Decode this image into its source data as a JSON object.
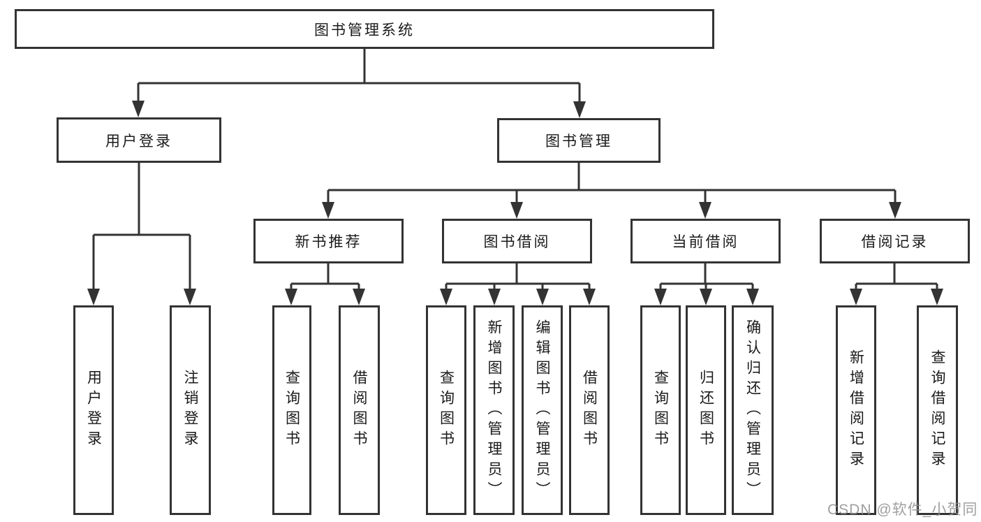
{
  "colors": {
    "line": "#333333",
    "text": "#1a1a1a",
    "box-bg": "#ffffff",
    "page-bg": "#ffffff",
    "watermark": "#8f8f8f"
  },
  "diagram": {
    "title": "图书管理系统",
    "branches": [
      {
        "label": "用户登录",
        "leaves": [
          "用户登录",
          "注销登录"
        ]
      },
      {
        "label": "图书管理",
        "children": [
          {
            "label": "新书推荐",
            "leaves": [
              "查询图书",
              "借阅图书"
            ]
          },
          {
            "label": "图书借阅",
            "leaves": [
              "查询图书",
              "新增图书（管理员）",
              "编辑图书（管理员）",
              "借阅图书"
            ]
          },
          {
            "label": "当前借阅",
            "leaves": [
              "查询图书",
              "归还图书",
              "确认归还（管理员）"
            ]
          },
          {
            "label": "借阅记录",
            "leaves": [
              "新增借阅记录",
              "查询借阅记录"
            ]
          }
        ]
      }
    ]
  },
  "watermark": {
    "text": "CSDN @软件_小贺同学"
  }
}
